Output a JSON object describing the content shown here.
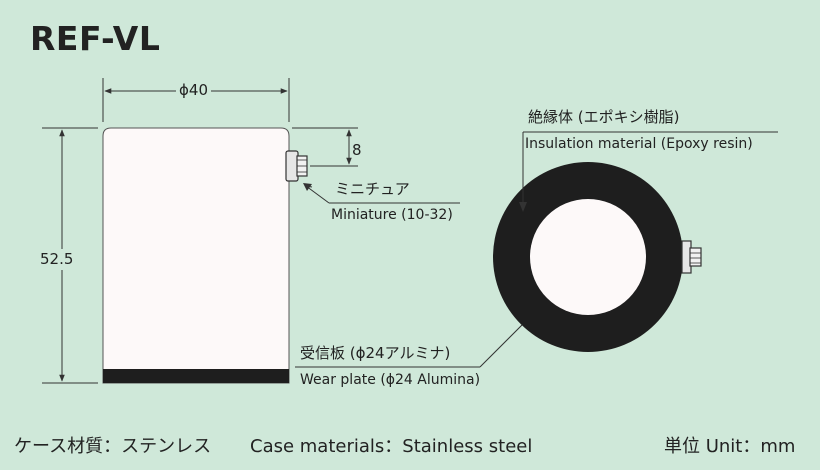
{
  "title": "REF-VL",
  "dimensions": {
    "diameter": "ϕ40",
    "height": "52.5",
    "connector_offset": "8"
  },
  "labels": {
    "connector_jp": "ミニチュア",
    "connector_en": "Miniature (10-32)",
    "insulation_jp": "絶縁体 (エポキシ樹脂)",
    "insulation_en": "Insulation material (Epoxy resin)",
    "wear_plate_jp": "受信板 (ϕ24アルミナ)",
    "wear_plate_en": "Wear plate (ϕ24 Alumina)"
  },
  "footer": {
    "case_jp": "ケース材質：ステンレス",
    "case_en": "Case materials：Stainless steel",
    "unit": "単位 Unit：mm"
  },
  "colors": {
    "background": "#cfe8d9",
    "body_fill": "#fdf9f9",
    "ring": "#1e1e1e",
    "line": "#333333"
  }
}
